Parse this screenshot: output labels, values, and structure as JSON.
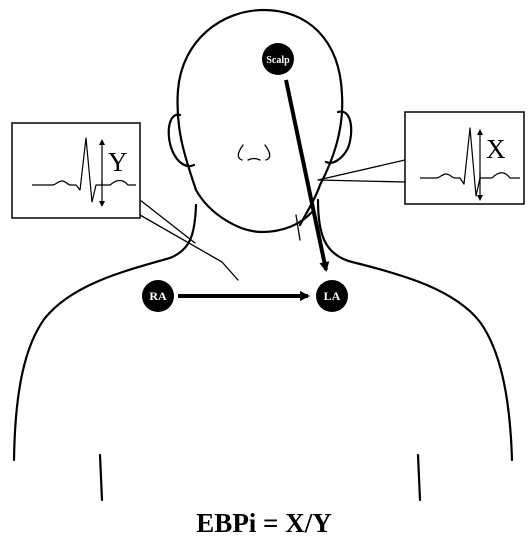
{
  "electrodes": {
    "scalp": "Scalp",
    "ra": "RA",
    "la": "LA"
  },
  "insets": {
    "left_label": "Y",
    "right_label": "X"
  },
  "formula": "EBPi = X/Y"
}
